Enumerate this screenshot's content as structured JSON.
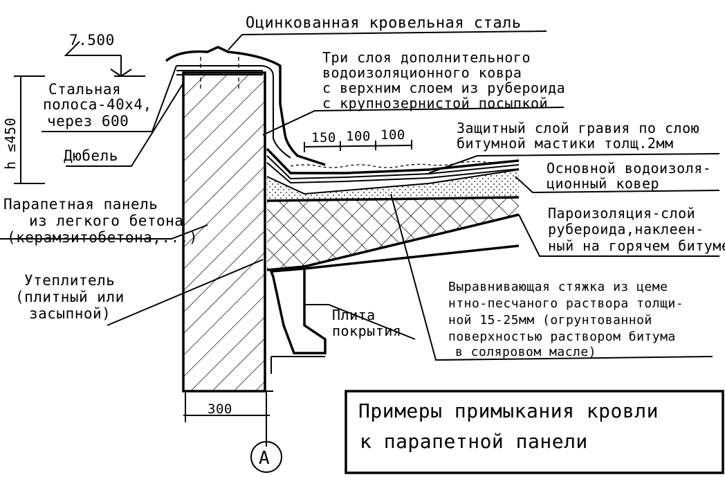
{
  "labels": {
    "galv_steel": "Оцинкованная кровельная сталь",
    "elevation": "7.500",
    "steel_strip_1": "Стальная",
    "steel_strip_2": "полоса-40х4,",
    "steel_strip_3": "через 600",
    "height_dim": "h ≤450",
    "dowel": "Дюбель",
    "three_layers_1": "Три слоя дополнительного",
    "three_layers_2": "водоизоляционного ковра",
    "three_layers_3": "с верхним слоем из рубероида",
    "three_layers_4": "с крупнозернистой посыпкой",
    "gravel_1": "Защитный слой гравия по слою",
    "gravel_2": "битумной мастики толщ.2мм",
    "dim_150": "150",
    "dim_100a": "100",
    "dim_100b": "100",
    "main_wp_1": "Основной водоизоля-",
    "main_wp_2": "ционный ковер",
    "parapet_1": "Парапетная панель",
    "parapet_2": "из легкого бетона",
    "parapet_3": "(керамзитобетона,...)",
    "vapor_1": "Пароизоляция-слой",
    "vapor_2": "рубероида,наклеен-",
    "vapor_3": "ный на горячем битуме",
    "insul_1": "Утеплитель",
    "insul_2": "(плитный или",
    "insul_3": "засыпной)",
    "screed_1": "Выравнивающая стяжка из цеме",
    "screed_2": "нтно-песчаного раствора толщи-",
    "screed_3": "ной 15-25мм (огрунтованной",
    "screed_4": "поверхностью раствором битума",
    "screed_5": "в соляровом масле)",
    "slab_1": "Плита",
    "slab_2": "покрытия",
    "dim_300": "300",
    "axis": "А"
  },
  "title": {
    "line1": "Примеры примыкания кровли",
    "line2": "к парапетной панели"
  }
}
